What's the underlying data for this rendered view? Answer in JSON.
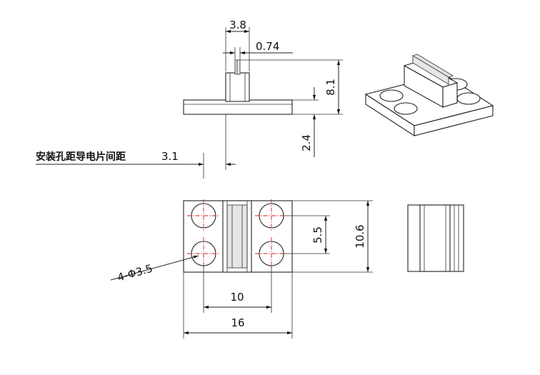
{
  "dimensions": {
    "thickness_top": "3.8",
    "fin_thickness": "0.74",
    "total_height": "8.1",
    "base_height": "2.4",
    "hole_spacing_note": "安装孔距导电片间距",
    "hole_spacing_value": "3.1",
    "hole_pitch_vertical": "5.5",
    "overall_height": "10.6",
    "hole_callout": "4-Φ3.5",
    "hole_pitch_horizontal": "10",
    "overall_width": "16"
  },
  "colors": {
    "outline": "#222222",
    "centerline": "#d11a1a",
    "fill": "#e6e6e6"
  }
}
